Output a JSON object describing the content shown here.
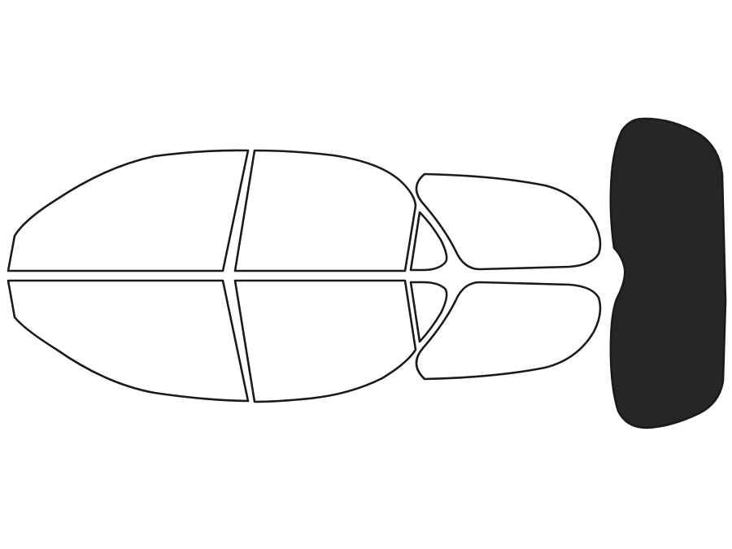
{
  "colors": {
    "background": "#ffffff",
    "outline": "#1a1a1a",
    "unselected_fill": "#ffffff",
    "selected_fill": "#262626"
  },
  "windows": [
    {
      "id": "windshield-left-half",
      "selected": false
    },
    {
      "id": "windshield-right-half",
      "selected": false
    },
    {
      "id": "front-door-window-top",
      "selected": false
    },
    {
      "id": "front-door-window-bottom",
      "selected": false
    },
    {
      "id": "rear-vent-window-top",
      "selected": false
    },
    {
      "id": "rear-vent-window-bottom",
      "selected": false
    },
    {
      "id": "rear-quarter-window-top",
      "selected": false
    },
    {
      "id": "rear-quarter-window-bottom",
      "selected": false
    },
    {
      "id": "rear-windshield",
      "selected": true
    }
  ]
}
